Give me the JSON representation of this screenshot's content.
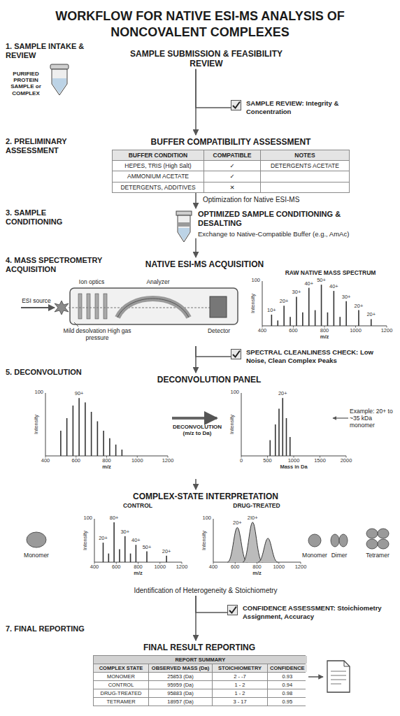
{
  "diagram": {
    "title": "WORKFLOW FOR NATIVE ESI-MS ANALYSIS OF NONCOVALENT COMPLEXES",
    "nodes": [
      {
        "text": [
          "SAMPLE SUBMISSION & FEASIBILITY REVIEW"
        ]
      },
      {
        "text": [
          "SAMPLE REVIEW: Integrity & Concentration"
        ]
      },
      {
        "text": [
          "BUFFER COMPATIBILITY ASSESSMENT"
        ]
      },
      {
        "text": [
          "OPTIMIZED SAMPLE CONDITIONING & DESALTING",
          "Exchange to Native-Compatible Buffer (e.g., AmAc)"
        ]
      },
      {
        "text": [
          "NATIVE ESI-MS ACQUISITION"
        ]
      },
      {
        "text": [
          "SPECTRAL CLEANLINESS CHECK: Low Noise, Clean Complex Peaks"
        ]
      },
      {
        "text": [
          "DECONVOLUTION PANEL"
        ]
      },
      {
        "text": [
          "COMPLEX-STATE INTERPRETATION",
          "Identification of Heterogeneity & Stoichiometry"
        ]
      },
      {
        "text": [
          "CONFIDENCE ASSESSMENT: Stoichiometry Assignment, Accuracy"
        ]
      },
      {
        "text": [
          "FINAL RESULT REPORTING"
        ]
      }
    ],
    "edges": [
      {
        "from": 0,
        "to": 1,
        "arrow": "none"
      },
      {
        "from": 0,
        "to": 2,
        "arrow": "to"
      },
      {
        "from": 2,
        "to": 3,
        "label": "Optimization for Native ESI-MS",
        "arrow": "to"
      },
      {
        "from": 3,
        "to": 4,
        "arrow": "to"
      },
      {
        "from": 4,
        "to": 5,
        "arrow": "none"
      },
      {
        "from": 4,
        "to": 6,
        "arrow": "to"
      },
      {
        "from": 6,
        "to": 7,
        "arrow": "to"
      },
      {
        "from": 7,
        "to": 8,
        "arrow": "none"
      },
      {
        "from": 7,
        "to": 9,
        "arrow": "to"
      }
    ],
    "labels": [
      "1. SAMPLE INTAKE & REVIEW",
      "PURIFIED PROTEIN SAMPLE or COMPLEX",
      "2. PRELIMINARY ASSESSMENT",
      "BUFFER CONDITION",
      "COMPATIBLE",
      "NOTES",
      "HEPES, TRIS (High Salt)",
      "✓",
      "DETERGENTS ACETATE",
      "AMMONIUM ACETATE",
      "✓",
      "DETERGENTS, ADDITIVES",
      "✕",
      "3. SAMPLE CONDITIONING",
      "4. MASS SPECTROMETRY ACQUISITION",
      "Ion optics",
      "Analyzer",
      "ESI source",
      "Mild desolvation High gas pressure",
      "Detector",
      "RAW NATIVE MASS SPECTRUM",
      "100",
      "Intensity",
      "400",
      "600",
      "800",
      "1000",
      "1200",
      "m/z",
      "10+",
      "20+",
      "30+",
      "40+",
      "50+",
      "40+",
      "30+",
      "20+",
      "20+",
      "5. DECONVOLUTION",
      "100",
      "Intensity",
      "400",
      "600",
      "800",
      "1000",
      "1200",
      "m/z",
      "90+",
      "DECONVOLUTION (m/z to Da)",
      "100",
      "Intensity",
      "0",
      "500",
      "1000",
      "1500",
      "2000",
      "Mass in Da",
      "20+",
      "Example: 20+ to ~35 kDa monomer",
      "CONTROL",
      "100",
      "Intensity",
      "400",
      "600",
      "800",
      "1000",
      "1200",
      "m/z",
      "20+",
      "80+",
      "30+",
      "40+",
      "50+",
      "20+",
      "Monomer",
      "DRUG-TREATED",
      "100",
      "Intensity",
      "400",
      "600",
      "800",
      "1000",
      "1200",
      "m/z",
      "20+",
      "2I0+",
      "Monomer",
      "Dimer",
      "Tetramer",
      "7. FINAL REPORTING",
      "REPORT SUMMARY",
      "COMPLEX STATE",
      "OBSERVED MASS (Da)",
      "STOICHIOMETRY",
      "CONFIDENCE",
      "MONOMER",
      "25853 (Da)",
      "2 - -7",
      "0.93",
      "CONTROL",
      "95959 (Da)",
      "1 - 2",
      "0.94",
      "DRUG-TREATED",
      "95883 (Da)",
      "1 - 2",
      "0.98",
      "TETRAMER",
      "18957 (Da)",
      "3 - 17",
      "0.95"
    ]
  }
}
